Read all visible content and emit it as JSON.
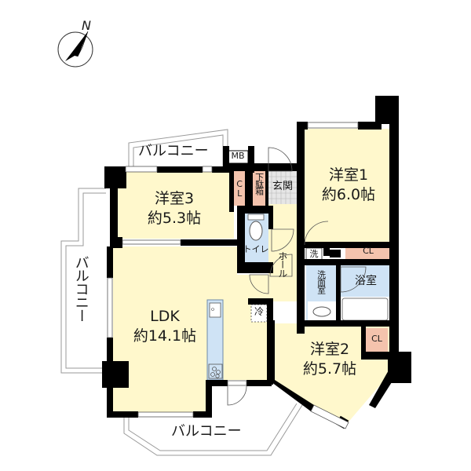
{
  "compass": {
    "label": "N",
    "icon": "north-arrow-icon"
  },
  "colors": {
    "room_fill": "#fff8cc",
    "wet_fill": "#cfe3f5",
    "closet_fill": "#f4c3ad",
    "entrance_fill": "#e6e6e6",
    "wall": "#000000",
    "balcony_line": "#9a9a9a"
  },
  "rooms": {
    "western1": {
      "name": "洋室1",
      "size": "約6.0帖"
    },
    "western2": {
      "name": "洋室2",
      "size": "約5.7帖"
    },
    "western3": {
      "name": "洋室3",
      "size": "約5.3帖"
    },
    "ldk": {
      "name": "LDK",
      "size": "約14.1帖"
    }
  },
  "balconies": {
    "north": "バルコニー",
    "west": "バルコニー",
    "south": "バルコニー"
  },
  "facilities": {
    "mb": "MB",
    "cl_western3": "CL",
    "shoe_box": "下駄箱",
    "entrance": "玄関",
    "toilet": "トイレ",
    "hall": "ホール",
    "washer": "洗",
    "washroom": "洗面室",
    "bathroom": "浴室",
    "cl_western1": "CL",
    "cl_western2": "CL",
    "fridge": "冷"
  }
}
